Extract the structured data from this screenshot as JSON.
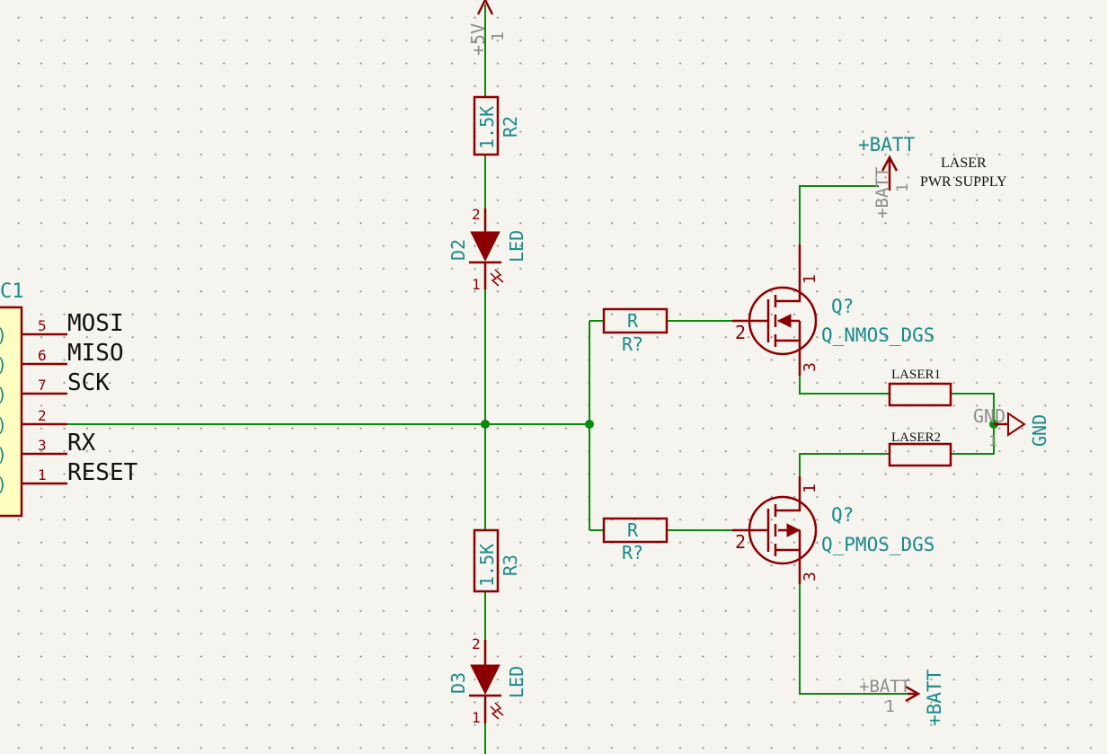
{
  "connector": {
    "ref": "C1",
    "pins": [
      {
        "num": "5",
        "name": "MOSI"
      },
      {
        "num": "6",
        "name": "MISO"
      },
      {
        "num": "7",
        "name": "SCK"
      },
      {
        "num": "2",
        "name": ""
      },
      {
        "num": "3",
        "name": "RX"
      },
      {
        "num": "1",
        "name": "RESET"
      }
    ]
  },
  "power_5v": {
    "name": "+5V",
    "pin": "1"
  },
  "r2": {
    "ref": "R2",
    "value": "1.5K"
  },
  "d2": {
    "ref": "D2",
    "value": "LED",
    "pin_top": "2",
    "pin_bottom": "1"
  },
  "r3": {
    "ref": "R3",
    "value": "1.5K"
  },
  "d3": {
    "ref": "D3",
    "value": "LED",
    "pin_top": "2",
    "pin_bottom": "1"
  },
  "r_top": {
    "value": "R",
    "ref": "R?"
  },
  "r_bottom": {
    "value": "R",
    "ref": "R?"
  },
  "q_top": {
    "ref": "Q?",
    "value": "Q_NMOS_DGS",
    "pin1": "1",
    "pin2": "2",
    "pin3": "3"
  },
  "q_bottom": {
    "ref": "Q?",
    "value": "Q_PMOS_DGS",
    "pin1": "1",
    "pin2": "2",
    "pin3": "3"
  },
  "batt_top": {
    "label": "+BATT",
    "pin_name": "+BATT",
    "pin": "1"
  },
  "batt_bottom": {
    "label": "+BATT",
    "pin_name": "+BATT",
    "pin": "1"
  },
  "laser1": {
    "label": "LASER1"
  },
  "laser2": {
    "label": "LASER2"
  },
  "gnd": {
    "label": "GND",
    "pin_name": "GND"
  },
  "note": {
    "line1": "LASER",
    "line2": "PWR SUPPLY"
  }
}
